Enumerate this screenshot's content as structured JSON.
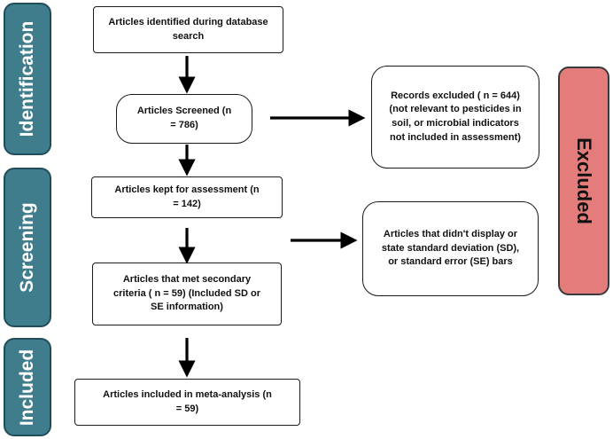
{
  "phases": {
    "identification": "Identification",
    "screening": "Screening",
    "included": "Included"
  },
  "excluded_label": "Excluded",
  "boxes": {
    "identified": "Articles identified during database search",
    "screened": "Articles Screened (n = 786)",
    "records_excluded": "Records excluded ( n = 644) (not relevant to pesticides in soil, or microbial indicators not included in assessment)",
    "kept": "Articles kept for assessment (n = 142)",
    "no_sd": "Articles that didn't display or state standard deviation (SD), or standard error (SE) bars",
    "secondary": "Articles that met secondary criteria ( n = 59) (Included SD or SE information)",
    "included": "Articles included in meta-analysis (n = 59)"
  },
  "colors": {
    "phase_fill": "#3f7c8c",
    "excluded_fill": "#e47c7b"
  }
}
